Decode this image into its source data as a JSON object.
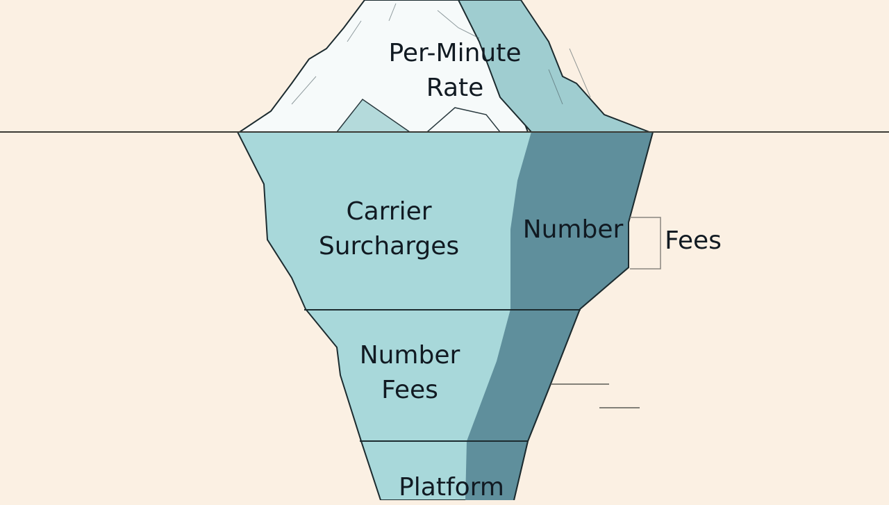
{
  "diagram": {
    "type": "iceberg",
    "colors": {
      "background": "#fbf0e3",
      "ice_tip_light": "#f6fafa",
      "ice_tip_shadow": "#9fcdd0",
      "ice_under_light": "#a8d8da",
      "ice_under_dark": "#5f8f9c",
      "outline": "#1c2b2f"
    },
    "above_water": {
      "label_line1": "Per-Minute",
      "label_line2": "Rate"
    },
    "below_water": {
      "section1": {
        "label_line1": "Carrier",
        "label_line2": "Surcharges"
      },
      "section1_side": {
        "label": "Number"
      },
      "section2": {
        "label_line1": "Number",
        "label_line2": "Fees"
      },
      "section3": {
        "label": "Platform"
      }
    },
    "callout": {
      "label": "Fees"
    }
  }
}
